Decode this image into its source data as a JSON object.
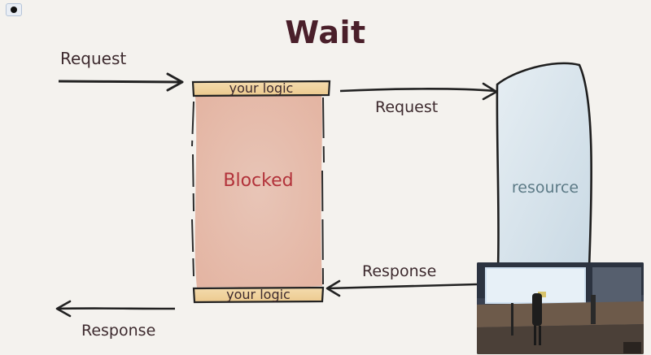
{
  "slide": {
    "title": "Wait",
    "left_in_label": "Request",
    "left_out_label": "Response",
    "logic_top_label": "your logic",
    "logic_bottom_label": "your logic",
    "blocked_label": "Blocked",
    "request_to_resource_label": "Request",
    "response_from_resource_label": "Response",
    "resource_label": "resource"
  },
  "toolbar": {
    "record_icon": "record-icon"
  },
  "colors": {
    "title": "#4a1f2a",
    "blocked_text": "#b2323a",
    "resource_text": "#5c7a86",
    "blocked_fill": "#e9c1b0",
    "resource_fill": "#d9e5ec",
    "logic_fill": "#f0d6a8"
  }
}
